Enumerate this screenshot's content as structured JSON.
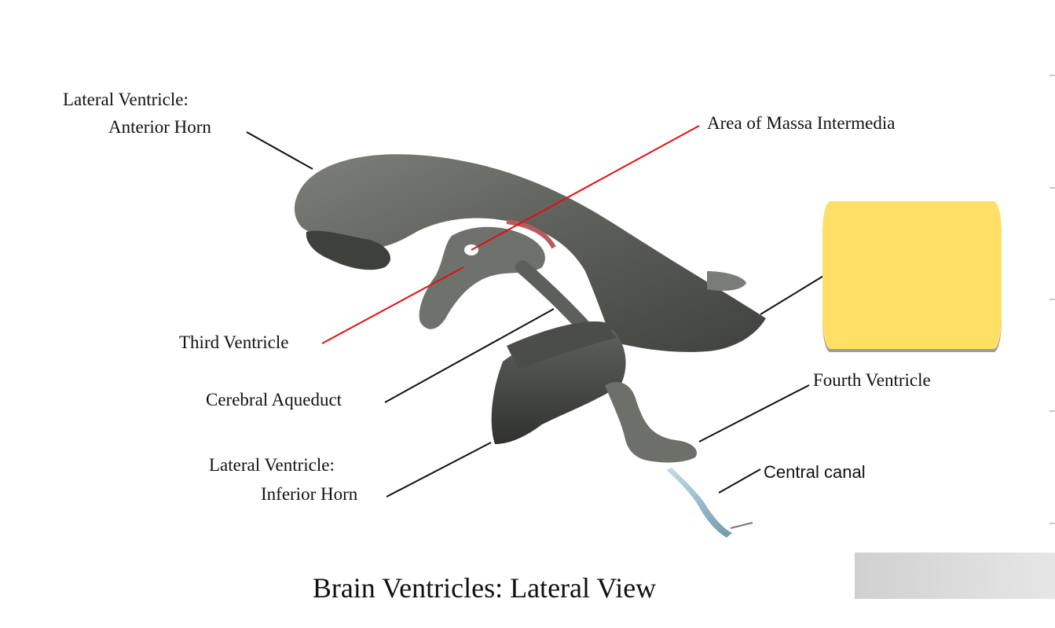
{
  "title": "Brain Ventricles: Lateral View",
  "labels": {
    "lateral_ventricle_anterior_line1": "Lateral Ventricle:",
    "lateral_ventricle_anterior_line2": "Anterior Horn",
    "area_massa_intermedia": "Area of Massa Intermedia",
    "third_ventricle": "Third Ventricle",
    "cerebral_aqueduct": "Cerebral Aqueduct",
    "fourth_ventricle": "Fourth Ventricle",
    "lateral_ventricle_inferior_line1": "Lateral Ventricle:",
    "lateral_ventricle_inferior_line2": "Inferior Horn",
    "central_canal": "Central canal"
  },
  "colors": {
    "ventricle_fill": "#5a5d57",
    "ventricle_highlight": "#8b8e87",
    "leader_line_black": "#111111",
    "leader_line_red": "#e01010",
    "occluder_box": "#ffe066",
    "central_canal": "#9bc3d6"
  }
}
